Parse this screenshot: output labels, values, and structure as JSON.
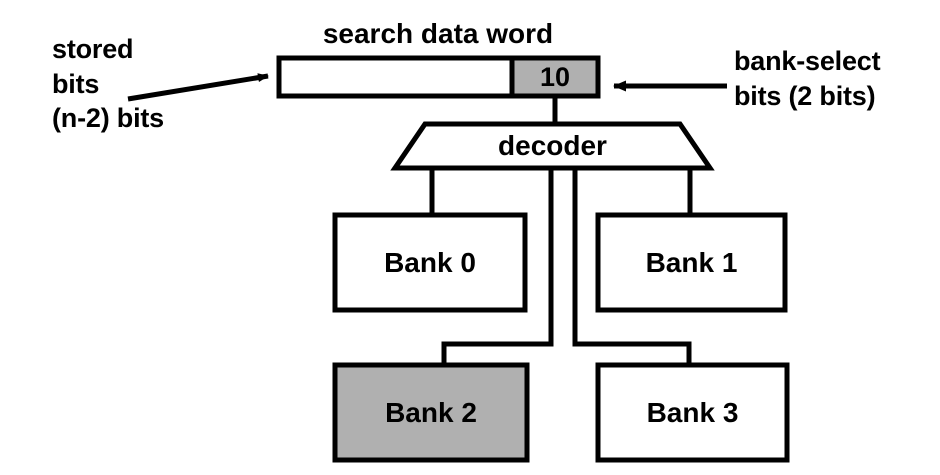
{
  "diagram": {
    "title_label": "search data word",
    "stored_bits_label": "stored\nbits\n(n-2) bits",
    "bank_select_label": "bank-select\nbits (2 bits)",
    "bank_select_value": "10",
    "decoder_label": "decoder",
    "banks": [
      {
        "label": "Bank 0",
        "selected": false
      },
      {
        "label": "Bank 1",
        "selected": false
      },
      {
        "label": "Bank 2",
        "selected": true
      },
      {
        "label": "Bank 3",
        "selected": false
      }
    ],
    "colors": {
      "stroke": "#000000",
      "background": "#ffffff",
      "highlight_fill": "#b0b0b0",
      "text": "#000000"
    }
  }
}
